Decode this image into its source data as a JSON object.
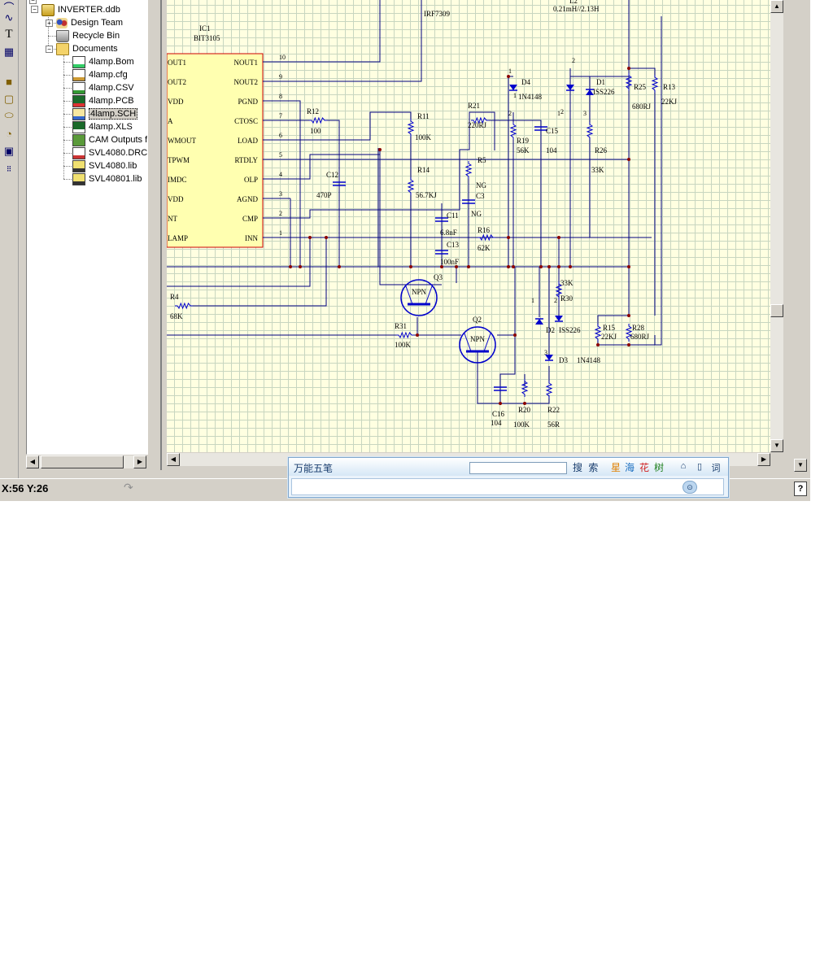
{
  "tree": {
    "items": [
      {
        "label": "INVERTER.ddb",
        "icon": "database-icon"
      },
      {
        "label": "Design Team",
        "icon": "team-icon"
      },
      {
        "label": "Recycle Bin",
        "icon": "recycle-bin-icon"
      },
      {
        "label": "Documents",
        "icon": "folder-icon"
      },
      {
        "label": "4lamp.Bom",
        "icon": "bom-document-icon"
      },
      {
        "label": "4lamp.cfg",
        "icon": "cfg-document-icon"
      },
      {
        "label": "4lamp.CSV",
        "icon": "csv-document-icon"
      },
      {
        "label": "4lamp.PCB",
        "icon": "pcb-document-icon"
      },
      {
        "label": "4lamp.SCH",
        "icon": "sch-document-icon",
        "selected": true
      },
      {
        "label": "4lamp.XLS",
        "icon": "xls-document-icon"
      },
      {
        "label": "CAM Outputs f",
        "icon": "cam-document-icon"
      },
      {
        "label": "SVL4080.DRC",
        "icon": "drc-document-icon"
      },
      {
        "label": "SVL4080.lib",
        "icon": "lib-document-icon"
      },
      {
        "label": "SVL40801.lib",
        "icon": "lib-document-icon"
      }
    ]
  },
  "schematic": {
    "ic": {
      "name": "IC1",
      "part": "BIT3105",
      "left_pins": [
        "OUT1",
        "OUT2",
        "VDD",
        "A",
        "WMOUT",
        "TPWM",
        "IMDC",
        "VDD",
        "NT",
        "LAMP"
      ],
      "right_pins": [
        "NOUT1",
        "NOUT2",
        "PGND",
        "CTOSC",
        "LOAD",
        "RTDLY",
        "OLP",
        "AGND",
        "CMP",
        "INN"
      ],
      "right_pin_numbers": [
        "10",
        "9",
        "8",
        "7",
        "6",
        "5",
        "4",
        "3",
        "2",
        "1"
      ]
    },
    "header_labels": {
      "mosfet": "IRF7309",
      "inductor": "L2",
      "inductor_value": "0.21mH//2.13H"
    },
    "components": [
      {
        "ref": "R12",
        "value": "100"
      },
      {
        "ref": "R11",
        "value": "100K"
      },
      {
        "ref": "R21",
        "value": "220RJ"
      },
      {
        "ref": "R19",
        "value": "56K"
      },
      {
        "ref": "C15",
        "value": "104"
      },
      {
        "ref": "D4",
        "value": "1N4148"
      },
      {
        "ref": "D1",
        "value": "ISS226"
      },
      {
        "ref": "R25",
        "value": "680RJ"
      },
      {
        "ref": "R13",
        "value": "22KJ"
      },
      {
        "ref": "R26",
        "value": "33K"
      },
      {
        "ref": "R5",
        "value": "NG"
      },
      {
        "ref": "C3",
        "value": "NG"
      },
      {
        "ref": "C12",
        "value": "470P"
      },
      {
        "ref": "R14",
        "value": "56.7KJ"
      },
      {
        "ref": "C11",
        "value": "6.8nF"
      },
      {
        "ref": "C13",
        "value": "100nF"
      },
      {
        "ref": "R16",
        "value": "62K"
      },
      {
        "ref": "Q3",
        "value": "NPN"
      },
      {
        "ref": "R30",
        "value": "33K"
      },
      {
        "ref": "R4",
        "value": "68K"
      },
      {
        "ref": "R31",
        "value": "100K"
      },
      {
        "ref": "Q2",
        "value": "NPN"
      },
      {
        "ref": "D2",
        "value": "ISS226"
      },
      {
        "ref": "R15",
        "value": "22KJ"
      },
      {
        "ref": "R28",
        "value": "680RJ"
      },
      {
        "ref": "D3",
        "value": "1N4148"
      },
      {
        "ref": "C16",
        "value": "104"
      },
      {
        "ref": "R20",
        "value": "100K"
      },
      {
        "ref": "R22",
        "value": "56R"
      }
    ],
    "pin_marks": [
      "1",
      "2",
      "1",
      "2",
      "3",
      "1",
      "2",
      "3",
      "1",
      "2"
    ],
    "colors": {
      "wire": "#000080",
      "component": "#0000cc",
      "junction": "#8b0000",
      "ic_fill": "#ffffb0",
      "ic_border": "#cc0000"
    }
  },
  "status": {
    "coords": "X:56 Y:26"
  },
  "ime": {
    "name": "万能五笔",
    "search_label": "搜 索",
    "chars": [
      "星",
      "海",
      "花",
      "树"
    ],
    "icons": [
      "home-icon",
      "page-icon",
      "dictionary-icon"
    ],
    "icon_glyphs": [
      "⌂",
      "▯",
      "词"
    ]
  }
}
